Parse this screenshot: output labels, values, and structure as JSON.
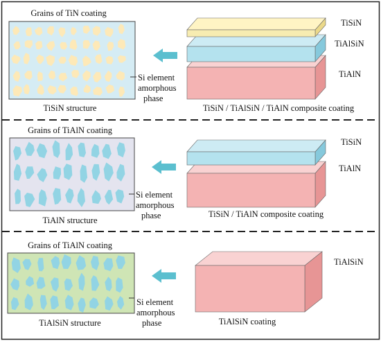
{
  "colors": {
    "frame": "#222222",
    "divider": "#222222",
    "tisin_top": "#fff4c4",
    "tisin_front": "#f7ecb1",
    "tisin_side": "#ebd98a",
    "tialsin_top": "#cdebf4",
    "tialsin_front": "#b4e2ee",
    "tialsin_side": "#86c9dc",
    "tialn_top": "#f9d2d2",
    "tialn_front": "#f4b3b3",
    "tialn_side": "#e79595",
    "arrow": "#5bbfcf",
    "panel1_bg": "#d5ecf4",
    "panel1_grain": "#fde9b8",
    "panel2_bg": "#e4e4ef",
    "panel2_grain": "#92d4e4",
    "panel3_bg": "#cfe5b5",
    "panel3_grain": "#92d4e4"
  },
  "sections": [
    {
      "grain_title": "Grains of TiN coating",
      "structure_caption": "TiSiN structure",
      "phase_label": [
        "Si element",
        "amorphous",
        "phase"
      ],
      "coating_caption": "TiSiN / TiAlSiN / TiAlN composite coating",
      "layer_labels": [
        "TiSiN",
        "TiAlSiN",
        "TiAlN"
      ]
    },
    {
      "grain_title": "Grains of TiAlN coating",
      "structure_caption": "TiAlN structure",
      "phase_label": [
        "Si element",
        "amorphous",
        "phase"
      ],
      "coating_caption": "TiSiN / TiAlN composite coating",
      "layer_labels": [
        "TiSiN",
        "TiAlN"
      ]
    },
    {
      "grain_title": "Grains of TiAlN coating",
      "structure_caption": "TiAlSiN structure",
      "phase_label": [
        "Si element",
        "amorphous",
        "phase"
      ],
      "coating_caption": "TiAlSiN coating",
      "layer_labels": [
        "TiAlSiN"
      ]
    }
  ]
}
